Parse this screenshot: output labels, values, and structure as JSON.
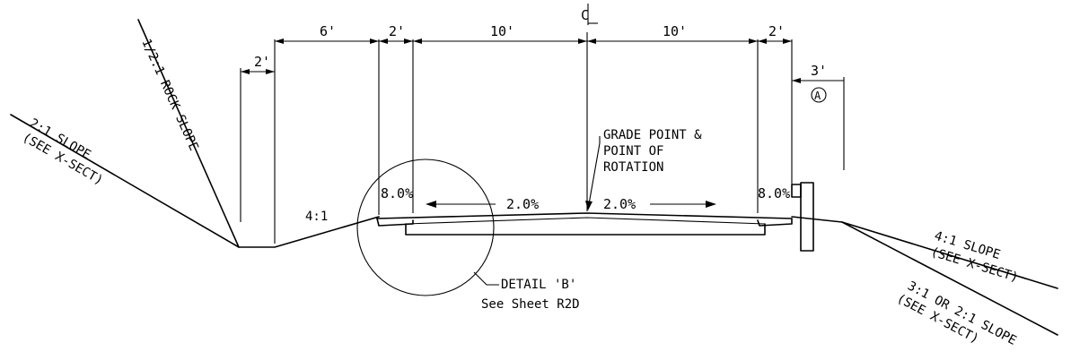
{
  "centerline_symbol": "CL",
  "dimensions": {
    "d_2_left": "2'",
    "d_6": "6'",
    "d_2_a": "2'",
    "d_10_left": "10'",
    "d_10_right": "10'",
    "d_2_right": "2'",
    "d_3": "3'"
  },
  "note_a": "A",
  "labels": {
    "rock_slope": "1/2:1 ROCK SLOPE",
    "slope_left_1": "2:1 SLOPE",
    "slope_left_2": "(SEE X-SECT)",
    "ratio_41": "4:1",
    "grade_1": "GRADE POINT &",
    "grade_2": "POINT OF",
    "grade_3": "ROTATION",
    "pct_8_left": "8.0%",
    "pct_2_left": "2.0%",
    "pct_2_right": "2.0%",
    "pct_8_right": "8.0%",
    "slope_right_1": "4:1 SLOPE",
    "slope_right_2": "(SEE X-SECT)",
    "slope_right_3": "3:1 OR 2:1 SLOPE",
    "slope_right_4": "(SEE X-SECT)",
    "detail_1": "DETAIL 'B'",
    "detail_2": "See Sheet R2D"
  }
}
